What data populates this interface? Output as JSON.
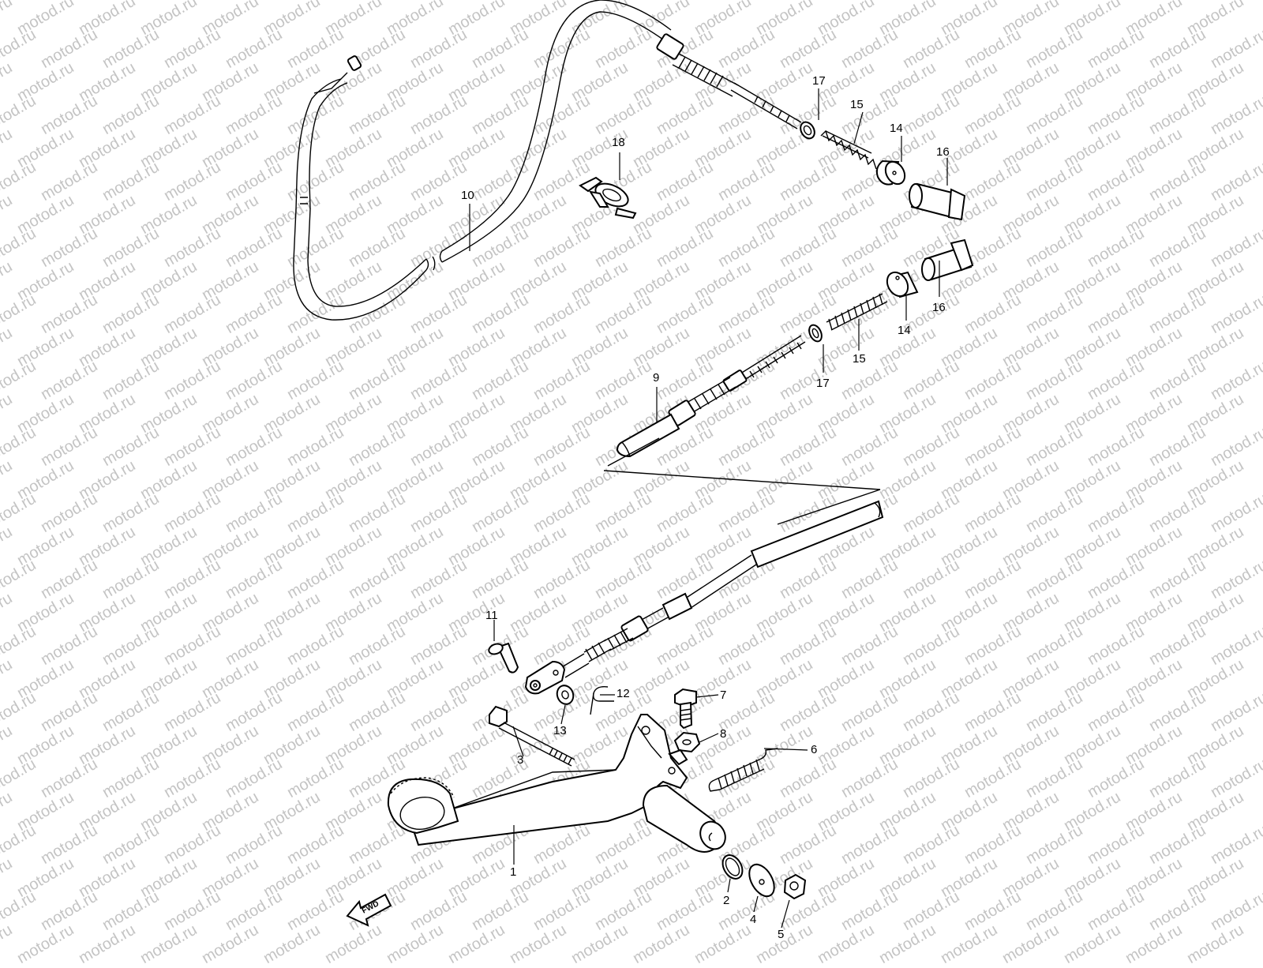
{
  "watermark": "motod.ru",
  "fwd_label": "FWD",
  "callouts": {
    "c1": "1",
    "c2": "2",
    "c3": "3",
    "c4": "4",
    "c5": "5",
    "c6": "6",
    "c7": "7",
    "c8": "8",
    "c9": "9",
    "c10": "10",
    "c11": "11",
    "c12": "12",
    "c13": "13",
    "c14a": "14",
    "c14b": "14",
    "c15a": "15",
    "c15b": "15",
    "c16a": "16",
    "c16b": "16",
    "c17a": "17",
    "c17b": "17",
    "c18": "18"
  },
  "colors": {
    "line": "#000000",
    "watermark": "#c4c4c4",
    "background": "#ffffff"
  }
}
